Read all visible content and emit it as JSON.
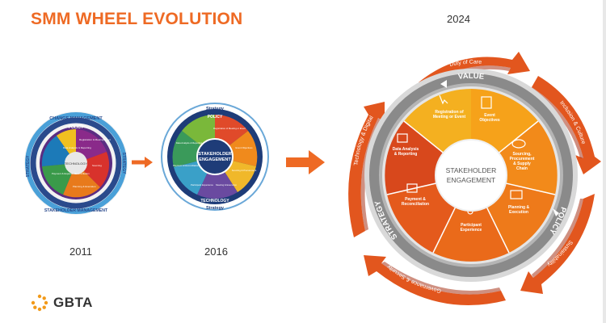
{
  "title": "SMM WHEEL EVOLUTION",
  "years": {
    "y2011": "2011",
    "y2016": "2016",
    "y2024": "2024"
  },
  "logo": {
    "text": "GBTA"
  },
  "wheel2011": {
    "ring_labels": [
      "CHANGE MANAGEMENT",
      "POLICY",
      "STRATEGY",
      "STRATEGY",
      "STAKEHOLDER MANAGEMENT"
    ],
    "center": "TECHNOLOGY",
    "segments": [
      "Data Analysis & Reporting",
      "Payment & Expense Reconciliation",
      "Registration & Meeting/Event",
      "Sourcing",
      "Planning & Execution"
    ]
  },
  "wheel2016": {
    "ring_labels": [
      "Strategy",
      "POLICY",
      "TECHNOLOGY",
      "Strategy"
    ],
    "center": [
      "STAKEHOLDER",
      "ENGAGEMENT"
    ],
    "segments": [
      "Registration of Meeting or Event",
      "Event Objectives",
      "Sourcing & Procurement",
      "Meeting & Execution",
      "Participant Experience",
      "Payment & Reconciliation",
      "Data Analysis & Reporting"
    ]
  },
  "wheel2024": {
    "center": [
      "STAKEHOLDER",
      "ENGAGEMENT"
    ],
    "ring_labels": {
      "top": "VALUE",
      "left": "STRATEGY",
      "right": "POLICY"
    },
    "segments": [
      [
        "Registration of",
        "Meeting or Event"
      ],
      [
        "Event",
        "Objectives"
      ],
      [
        "Sourcing,",
        "Procurement",
        "& Supply",
        "Chain"
      ],
      [
        "Planning &",
        "Execution"
      ],
      [
        "Participant",
        "Experience"
      ],
      [
        "Payment &",
        "Reconciliation"
      ],
      [
        "Data Analysis",
        "& Reporting"
      ]
    ],
    "outer": [
      "Duty of Care",
      "Inclusion & Culture",
      "Sustainability",
      "Governance & Security",
      "Technology & Digital"
    ]
  },
  "colors": {
    "accent": "#ee6a24",
    "dark_orange": "#c8461a",
    "gray_ring": "#8a8a8a"
  }
}
